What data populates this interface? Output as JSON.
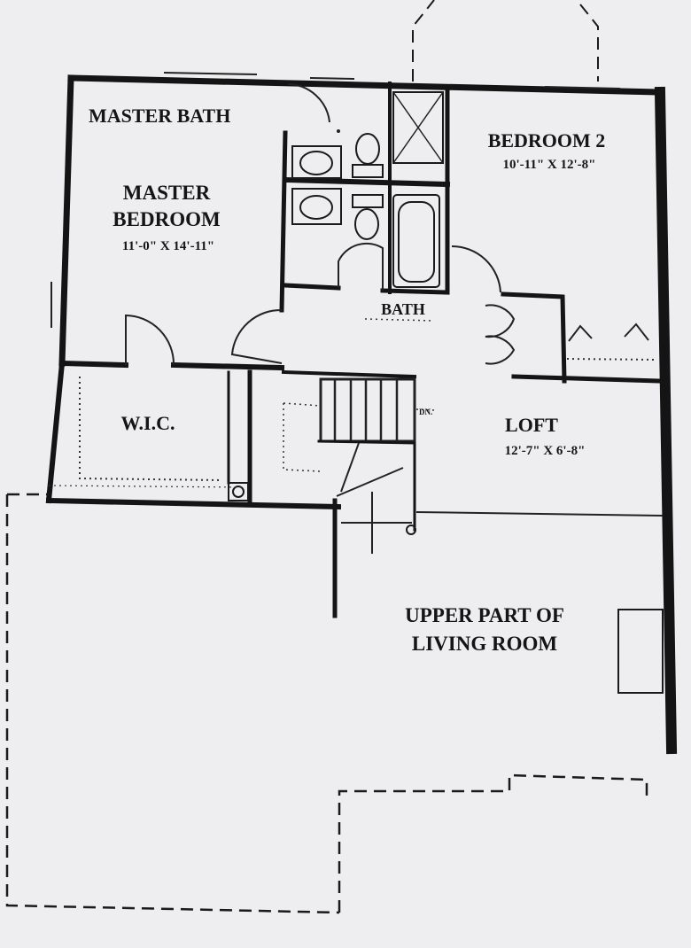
{
  "rooms": {
    "master_bath": {
      "label": "MASTER BATH"
    },
    "master_bedroom": {
      "label_line1": "MASTER",
      "label_line2": "BEDROOM",
      "dimensions": "11'-0\" X 14'-11\""
    },
    "bedroom2": {
      "label": "BEDROOM 2",
      "dimensions": "10'-11\" X 12'-8\""
    },
    "bath": {
      "label": "BATH"
    },
    "wic": {
      "label": "W.I.C."
    },
    "loft": {
      "label": "LOFT",
      "dimensions": "12'-7\" X 6'-8\""
    },
    "living_upper": {
      "label_line1": "UPPER PART OF",
      "label_line2": "LIVING ROOM"
    }
  },
  "stair_note": {
    "label": "DN."
  }
}
